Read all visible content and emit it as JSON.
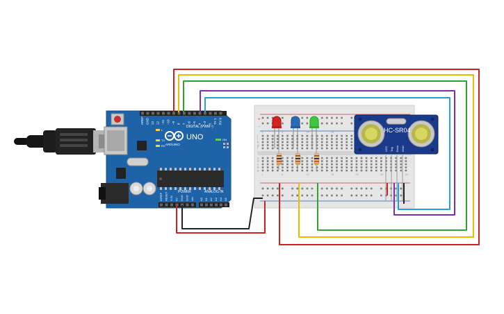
{
  "arduino": {
    "brand": "ARDUINO",
    "model": "UNO",
    "digital_header": "DIGITAL (PWM~)",
    "power_header": "POWER",
    "analog_header": "ANALOG IN",
    "tx_label": "TX",
    "rx_label": "RX",
    "led_l_label": "L",
    "on_label": "ON",
    "digital_pins": [
      "AREF",
      "GND",
      "13",
      "12",
      "~11",
      "~10",
      "~9",
      "8",
      "7",
      "~6",
      "~5",
      "4",
      "~3",
      "2",
      "TX 1",
      "RX 0"
    ],
    "power_pins": [
      "IOREF",
      "RESET",
      "3.3V",
      "5V",
      "GND",
      "GND",
      "Vin"
    ],
    "analog_pins": [
      "A0",
      "A1",
      "A2",
      "A3",
      "A4",
      "A5"
    ],
    "board_color": "#1e63a8"
  },
  "breadboard": {
    "column_numbers": [
      "1",
      "5",
      "10",
      "15",
      "20",
      "25",
      "30"
    ],
    "row_letters_top": [
      "j",
      "i",
      "h",
      "g",
      "f"
    ],
    "row_letters_bottom": [
      "e",
      "d",
      "c",
      "b",
      "a"
    ]
  },
  "sensor": {
    "label": "HC-SR04",
    "pin_labels": [
      "VCC",
      "Trig",
      "Echo",
      "GND"
    ],
    "board_color": "#1a3a8c"
  },
  "leds": [
    {
      "name": "red",
      "color": "#d32222"
    },
    {
      "name": "blue",
      "color": "#2a6bb5"
    },
    {
      "name": "green",
      "color": "#3ec63e"
    }
  ],
  "wire_colors": {
    "red": "#d01f1f",
    "yellow": "#e6c000",
    "green": "#2fa12f",
    "purple": "#7b2fa0",
    "cyan": "#2a9fd6",
    "black": "#222222"
  }
}
